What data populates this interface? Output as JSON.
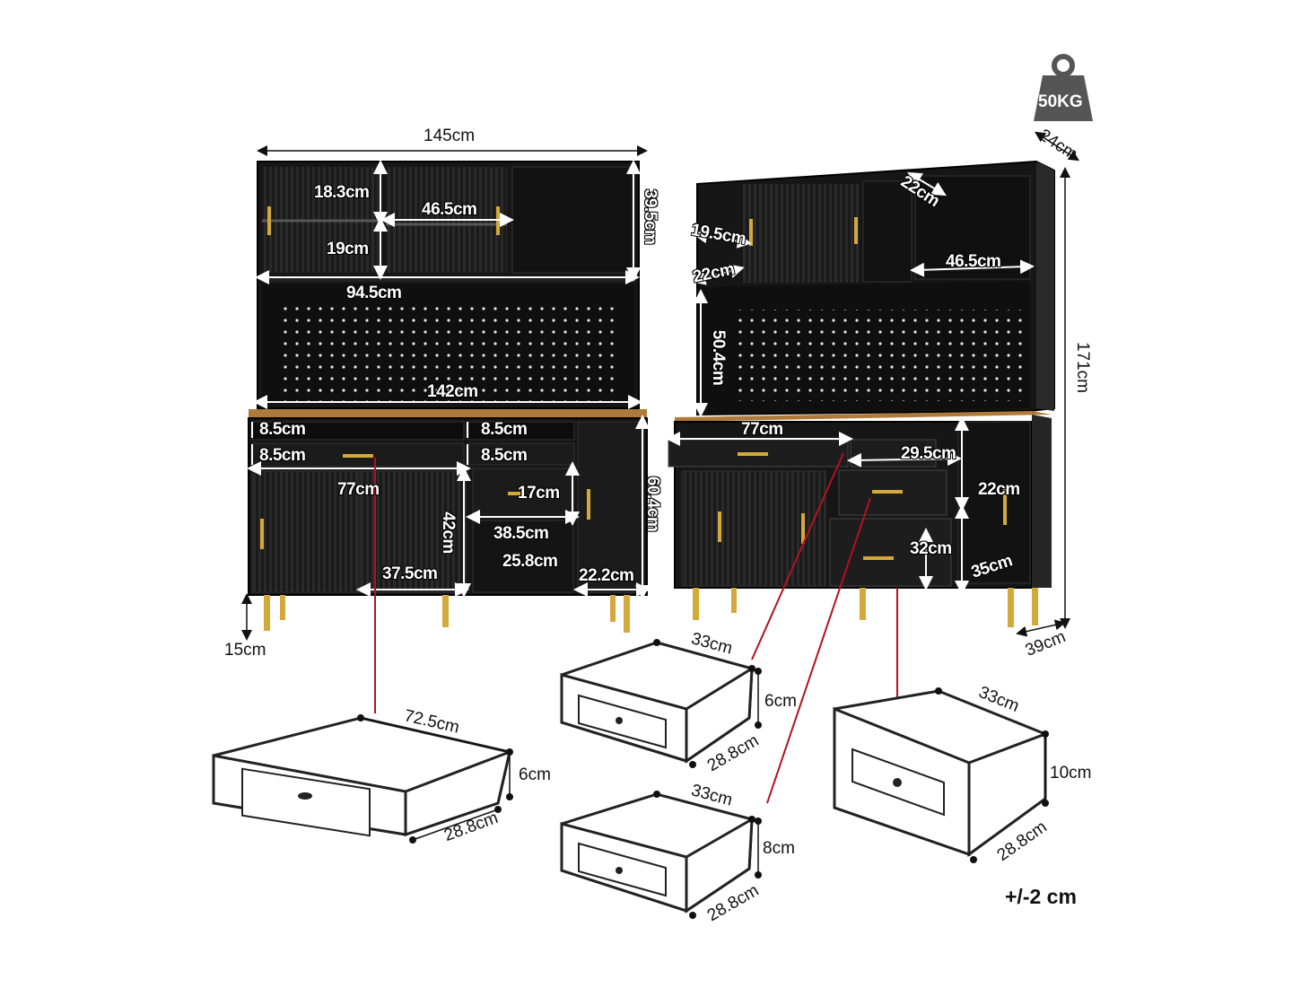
{
  "weight_badge": {
    "text": "50KG"
  },
  "front_view": {
    "overall_width": "145cm",
    "top_height": "39.5cm",
    "shelf_height_upper": "18.3cm",
    "shelf_height_lower": "19cm",
    "glass_cabinet_width": "46.5cm",
    "hutch_width": "94.5cm",
    "pegboard_width": "142cm",
    "drawer_left_top": "8.5cm",
    "drawer_left_bottom": "8.5cm",
    "drawer_mid_top": "8.5cm",
    "drawer_mid_bottom": "8.5cm",
    "lower_cabinet_width": "77cm",
    "lower_cabinet_height": "42cm",
    "inner_drawer_height": "17cm",
    "inner_drawer_width": "38.5cm",
    "inner_depth": "25.8cm",
    "door_width": "37.5cm",
    "side_door_width": "22.2cm",
    "base_height": "60.4cm",
    "leg_height": "15cm"
  },
  "side_view": {
    "depth_top": "24cm",
    "cube_width": "22cm",
    "shelf_height": "19.5cm",
    "top_shelf_depth": "22cm",
    "right_shelf_width": "46.5cm",
    "pegboard_height": "50.4cm",
    "overall_height": "171cm",
    "drawer_width": "77cm",
    "small_drawer_width": "29.5cm",
    "side_shelf_height_upper": "22cm",
    "big_drawer_height": "32cm",
    "side_shelf_height_lower": "35cm",
    "depth_base": "39cm"
  },
  "drawers": {
    "large": {
      "width": "72.5cm",
      "height": "6cm",
      "depth": "28.8cm"
    },
    "small_top": {
      "width": "33cm",
      "height": "6cm",
      "depth": "28.8cm"
    },
    "small_mid": {
      "width": "33cm",
      "height": "8cm",
      "depth": "28.8cm"
    },
    "tall": {
      "width": "33cm",
      "height": "10cm",
      "depth": "28.8cm"
    }
  },
  "tolerance": "+/-2 cm",
  "colors": {
    "cabinet": "#161616",
    "countertop": "#b07a3a",
    "handle": "#d4a93c",
    "leader_line": "#b3121e"
  }
}
